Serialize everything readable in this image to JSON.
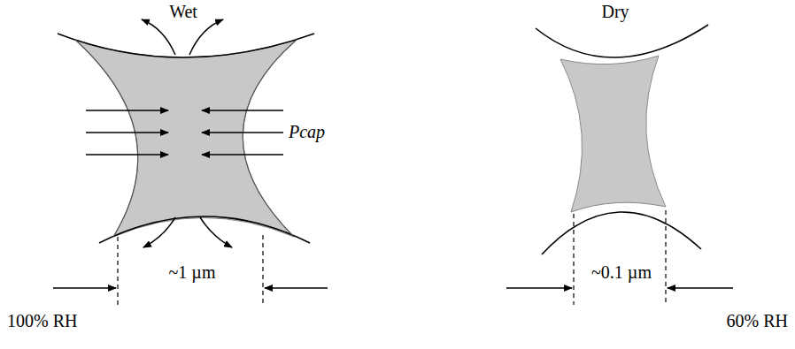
{
  "diagram": {
    "labels": [
      "Wet",
      "Pcap",
      "~1 µm",
      "100% RH",
      "Dry",
      "~0.1 µm",
      "60% RH"
    ]
  }
}
